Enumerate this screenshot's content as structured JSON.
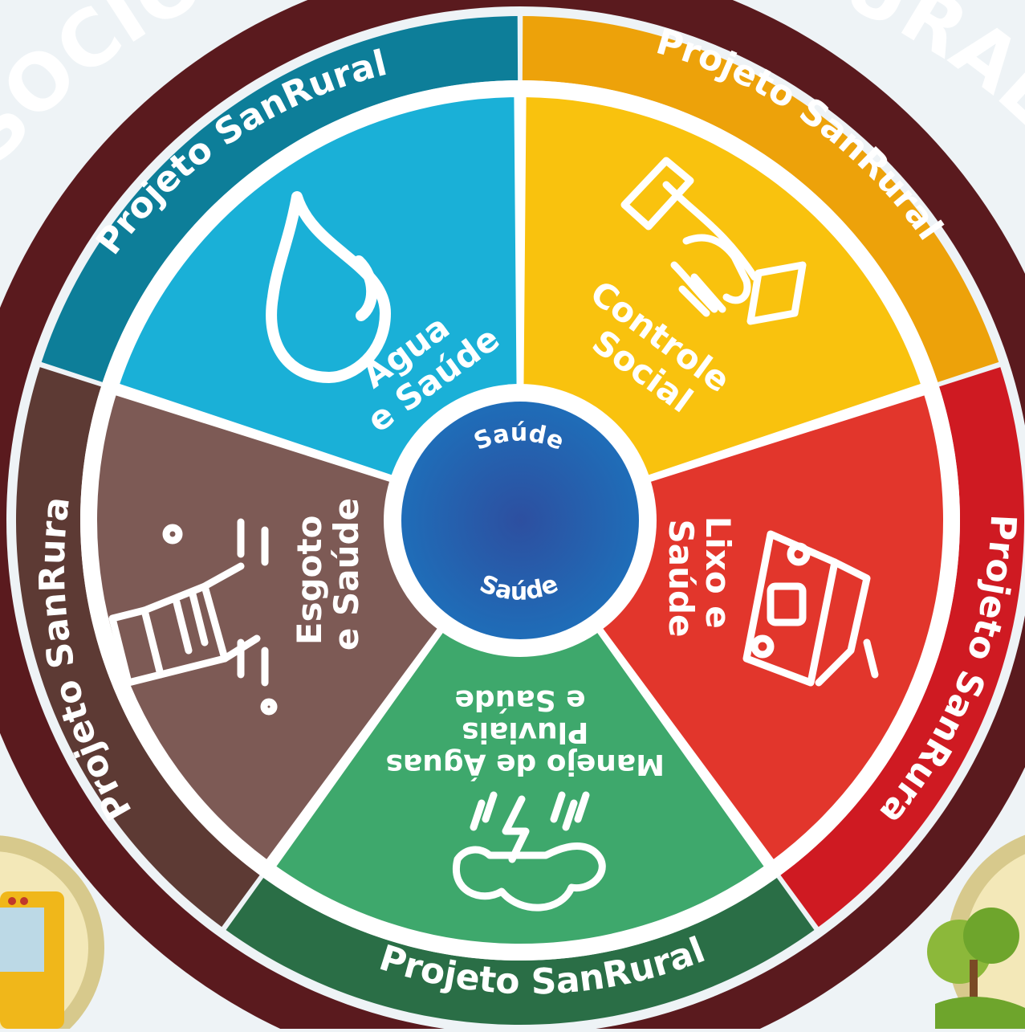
{
  "outer_ring": {
    "left_text": "SOCIOECO",
    "right_text": "LTURAL",
    "color": "#5a1a1e"
  },
  "ring_label": "Projeto SanRural",
  "center": {
    "top_label": "Saúde",
    "bottom_label": "Saúde",
    "color": "#2559a8"
  },
  "segments": [
    {
      "id": "agua",
      "line1": "Água",
      "line2": "e Saúde",
      "icon": "water-drop-icon",
      "color": "#1ab0d7",
      "band_color": "#0d7e99"
    },
    {
      "id": "controle",
      "line1": "Controle",
      "line2": "Social",
      "icon": "handshake-icon",
      "color": "#f9c20e",
      "band_color": "#eda20a"
    },
    {
      "id": "lixo",
      "line1": "Lixo e",
      "line2": "Saúde",
      "icon": "trash-pile-icon",
      "color": "#e2362c",
      "band_color": "#cf1a22"
    },
    {
      "id": "manejo",
      "line1": "Manejo de Águas",
      "line2": "Pluviais",
      "line3": "e Saúde",
      "icon": "rain-cloud-icon",
      "color": "#3ea86c",
      "band_color": "#2a6e46"
    },
    {
      "id": "esgoto",
      "line1": "Esgoto",
      "line2": "e Saúde",
      "icon": "sewage-pipe-icon",
      "color": "#7d5a55",
      "band_color": "#5d3a34"
    }
  ]
}
